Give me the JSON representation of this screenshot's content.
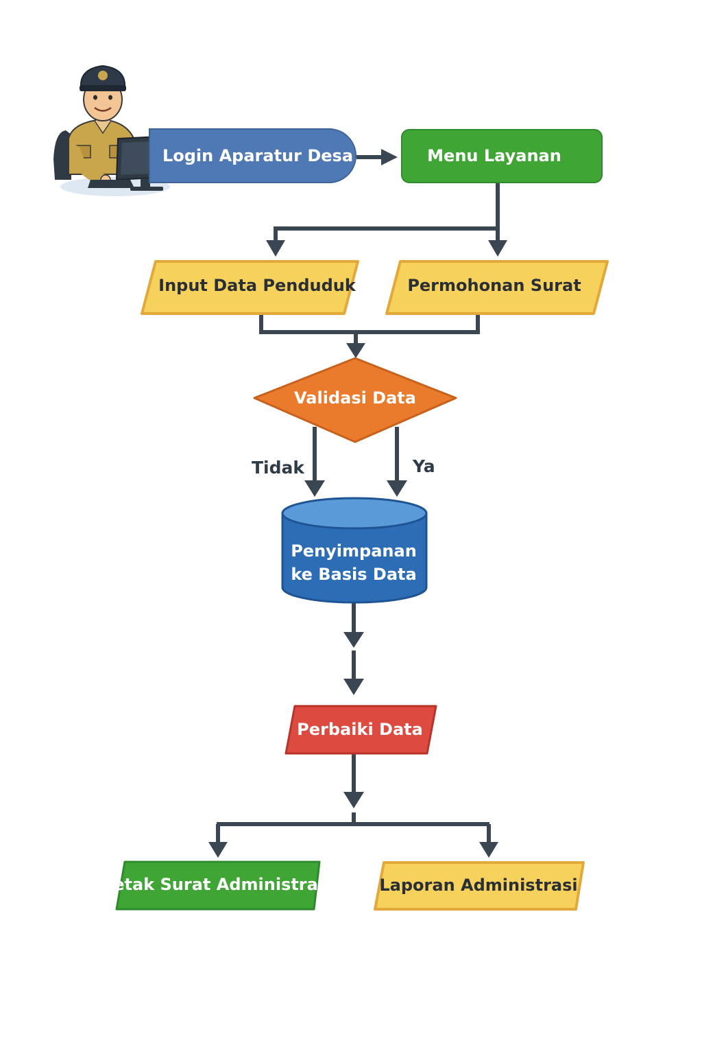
{
  "colors": {
    "blue_pill": "#4f79b4",
    "green": "#3fa535",
    "yellow": "#f6d25c",
    "yellow_border": "#e2a93a",
    "orange": "#ea7a2c",
    "db_blue": "#2d6db5",
    "red": "#dd4a3f",
    "connector": "#3a4753",
    "label_text": "#2f3b47"
  },
  "icon": "village-officer-at-computer-icon",
  "nodes": {
    "login": {
      "label": "Login Aparatur Desa"
    },
    "menu": {
      "label": "Menu Layanan"
    },
    "input_data": {
      "label": "Input Data Penduduk"
    },
    "permohonan": {
      "label": "Permohonan Surat"
    },
    "validasi": {
      "label": "Validasi Data"
    },
    "database": {
      "line1": "Penyimpanan",
      "line2": "ke Basis Data"
    },
    "perbaiki": {
      "label": "Perbaiki Data"
    },
    "cetak": {
      "label": "Cetak Surat Administrasi"
    },
    "laporan": {
      "label": "Laporan Administrasi"
    }
  },
  "edges": {
    "tidak": "Tidak",
    "ya": "Ya"
  }
}
